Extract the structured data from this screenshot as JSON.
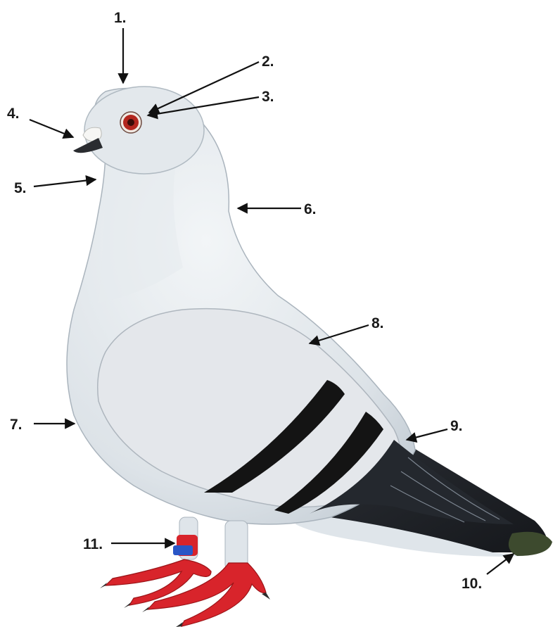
{
  "labels": [
    "1.",
    "2.",
    "3.",
    "4.",
    "5.",
    "6.",
    "7.",
    "8.",
    "9.",
    "10.",
    "11."
  ],
  "colors": {
    "body": "#dfe5ea",
    "body_shadow": "#b9c3cc",
    "wing": "#e3e6ea",
    "bar": "#141414",
    "tail_dark": "#1c1f24",
    "tail_tip": "#3d4a2e",
    "feet": "#d8242b",
    "eye": "#b3261e",
    "band": "#2a56c6",
    "arrow": "#111111"
  }
}
